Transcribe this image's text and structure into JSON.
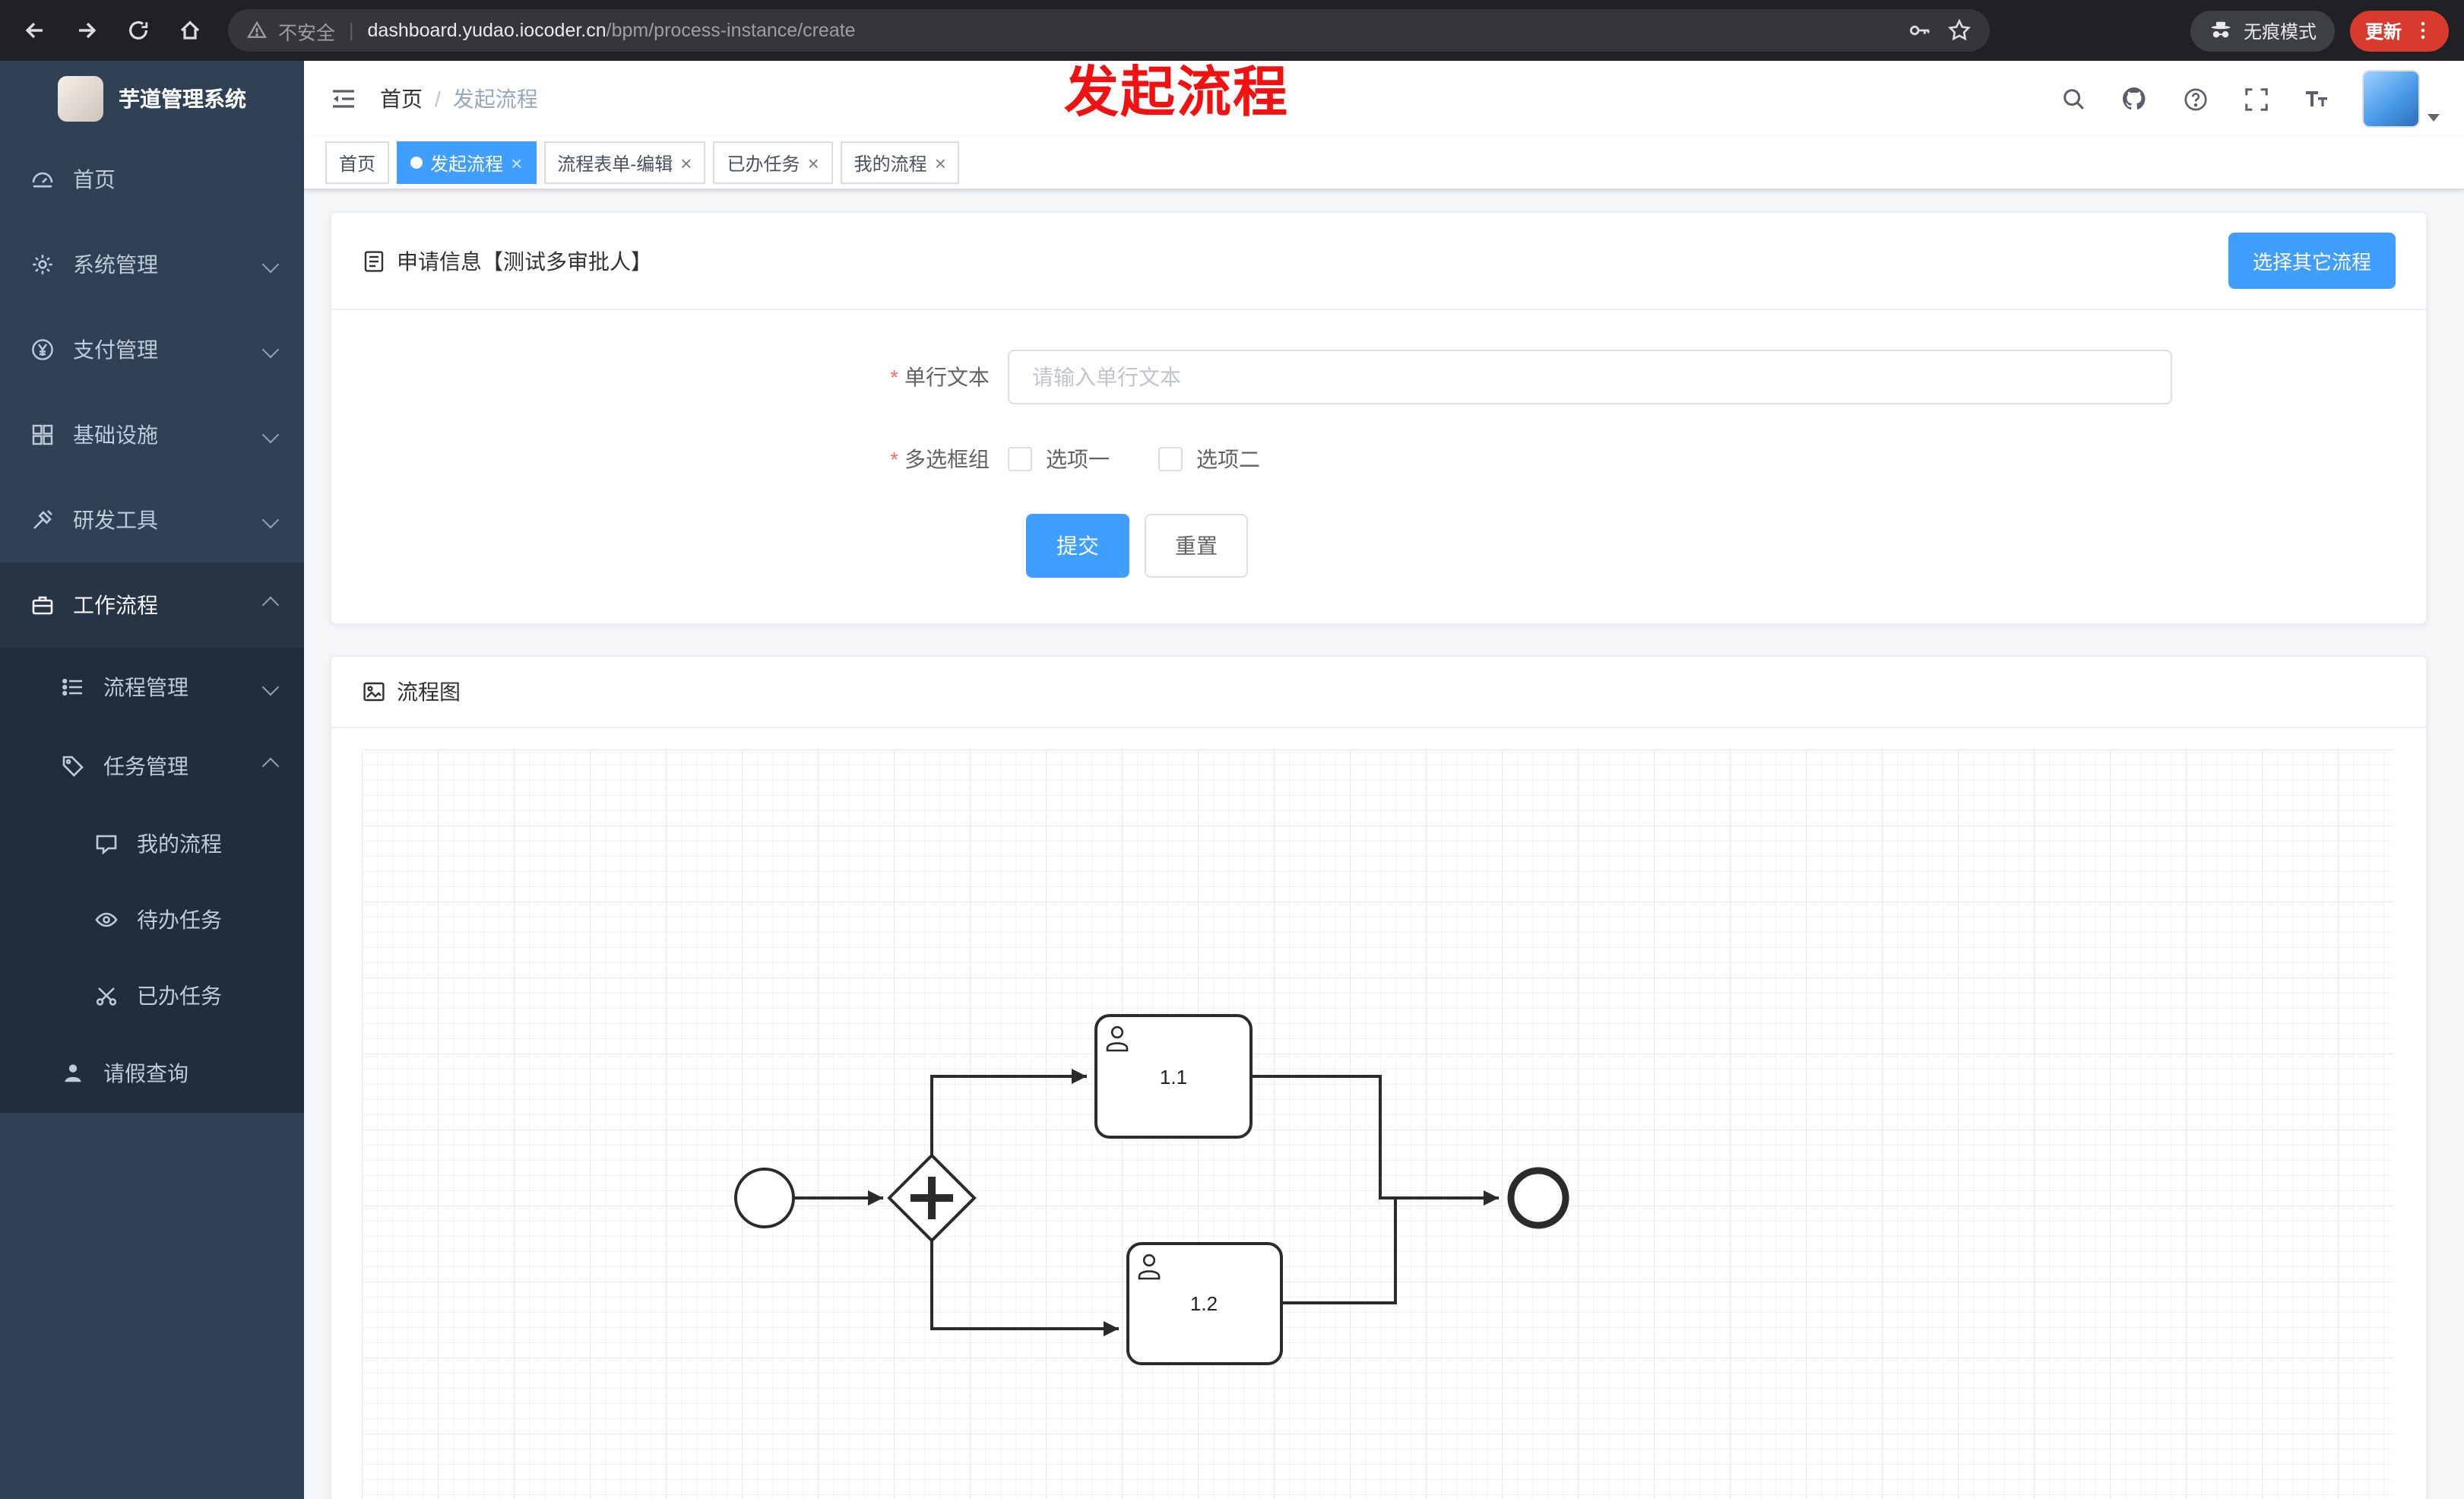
{
  "colors": {
    "primary": "#409eff",
    "sidebar_bg": "#304156",
    "submenu_bg": "#1f2d3d",
    "annotation_red": "#f21111",
    "update_pill_red": "#d93a2e"
  },
  "browser": {
    "security_label": "不安全",
    "url_host": "dashboard.yudao.iocoder.cn",
    "url_path": "/bpm/process-instance/create",
    "incognito_label": "无痕模式",
    "update_label": "更新"
  },
  "sidebar": {
    "logo_title": "芋道管理系统",
    "items": [
      {
        "label": "首页"
      },
      {
        "label": "系统管理"
      },
      {
        "label": "支付管理"
      },
      {
        "label": "基础设施"
      },
      {
        "label": "研发工具"
      },
      {
        "label": "工作流程"
      }
    ],
    "submenu": {
      "process_mgmt": "流程管理",
      "task_mgmt": "任务管理",
      "my_process": "我的流程",
      "todo_task": "待办任务",
      "done_task": "已办任务",
      "leave_query": "请假查询"
    }
  },
  "header": {
    "breadcrumb": [
      "首页",
      "发起流程"
    ]
  },
  "annotation": "发起流程",
  "tabs": [
    {
      "label": "首页",
      "active": false,
      "closable": false
    },
    {
      "label": "发起流程",
      "active": true,
      "closable": true
    },
    {
      "label": "流程表单-编辑",
      "active": false,
      "closable": true
    },
    {
      "label": "已办任务",
      "active": false,
      "closable": true
    },
    {
      "label": "我的流程",
      "active": false,
      "closable": true
    }
  ],
  "form_card": {
    "title": "申请信息【测试多审批人】",
    "choose_other_button": "选择其它流程",
    "single_line": {
      "label": "单行文本",
      "placeholder": "请输入单行文本",
      "value": ""
    },
    "checkbox_group": {
      "label": "多选框组",
      "options": [
        "选项一",
        "选项二"
      ],
      "checked": [
        false,
        false
      ]
    },
    "submit_button": "提交",
    "reset_button": "重置"
  },
  "diagram_card": {
    "title": "流程图",
    "nodes": {
      "start": "start-event",
      "gateway": "parallel-gateway",
      "end": "end-event"
    },
    "tasks": [
      {
        "label": "1.1"
      },
      {
        "label": "1.2"
      }
    ]
  }
}
